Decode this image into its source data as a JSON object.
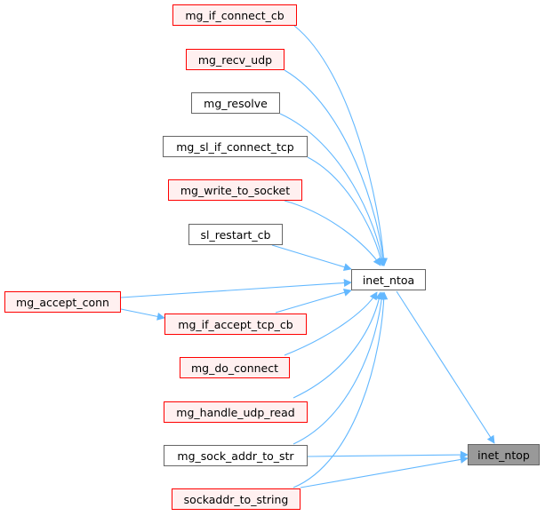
{
  "colors": {
    "edge": "#63b8ff",
    "red_border": "#ff0000",
    "red_fill": "#fff0f0",
    "grey_border": "#666666",
    "target_fill": "#999999"
  },
  "nodes": {
    "mg_if_connect_cb": "mg_if_connect_cb",
    "mg_recv_udp": "mg_recv_udp",
    "mg_resolve": "mg_resolve",
    "mg_sl_if_connect_tcp": "mg_sl_if_connect_tcp",
    "mg_write_to_socket": "mg_write_to_socket",
    "sl_restart_cb": "sl_restart_cb",
    "mg_accept_conn": "mg_accept_conn",
    "inet_ntoa": "inet_ntoa",
    "mg_if_accept_tcp_cb": "mg_if_accept_tcp_cb",
    "mg_do_connect": "mg_do_connect",
    "mg_handle_udp_read": "mg_handle_udp_read",
    "mg_sock_addr_to_str": "mg_sock_addr_to_str",
    "inet_ntop": "inet_ntop",
    "sockaddr_to_string": "sockaddr_to_string"
  }
}
